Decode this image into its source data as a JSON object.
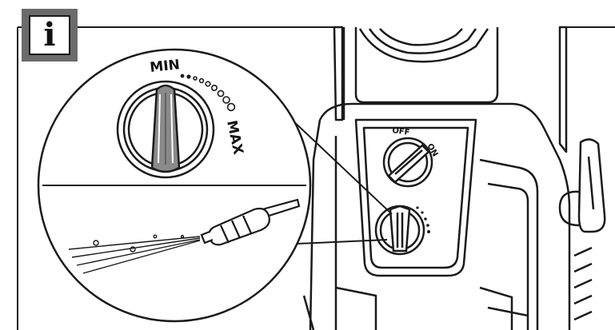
{
  "info_badge": {
    "glyph": "i",
    "icon": "info-icon"
  },
  "dial_labels": {
    "min": "MIN",
    "max": "MAX",
    "off": "OFF",
    "on": "ON"
  },
  "colors": {
    "line": "#1a1a1a",
    "badge_frame": "#6b6b6b",
    "knob_shade": "#8a8a8a",
    "background": "#ffffff"
  }
}
